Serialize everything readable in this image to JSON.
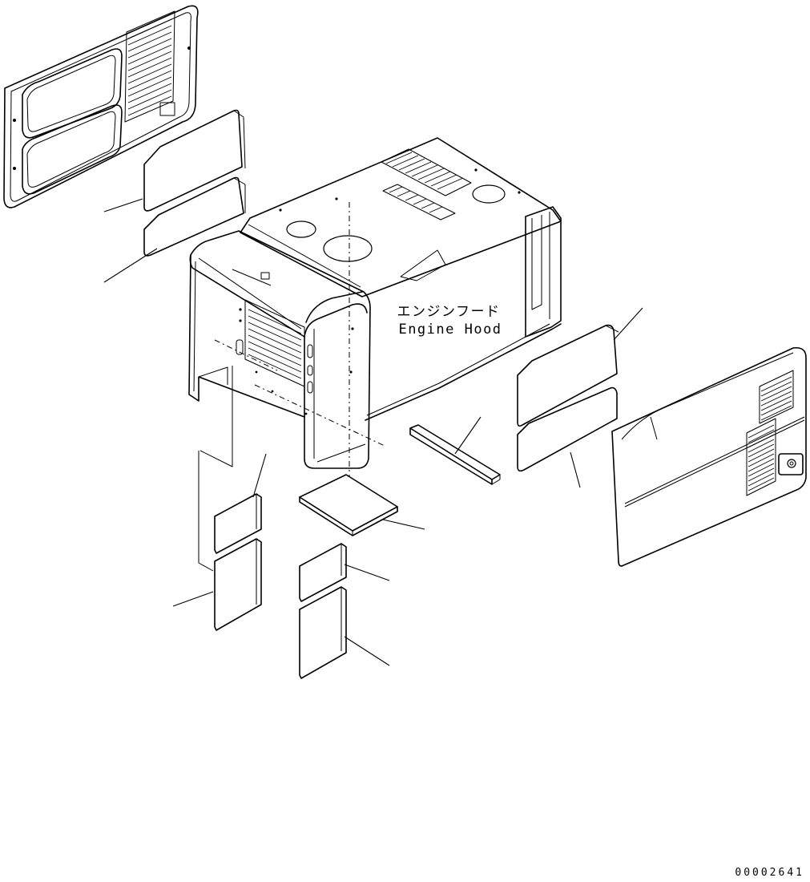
{
  "diagram": {
    "title_jp": "エンジンフード",
    "title_en": "Engine Hood",
    "drawing_number": "00002641"
  },
  "colors": {
    "line": "#000000",
    "background": "#ffffff"
  }
}
